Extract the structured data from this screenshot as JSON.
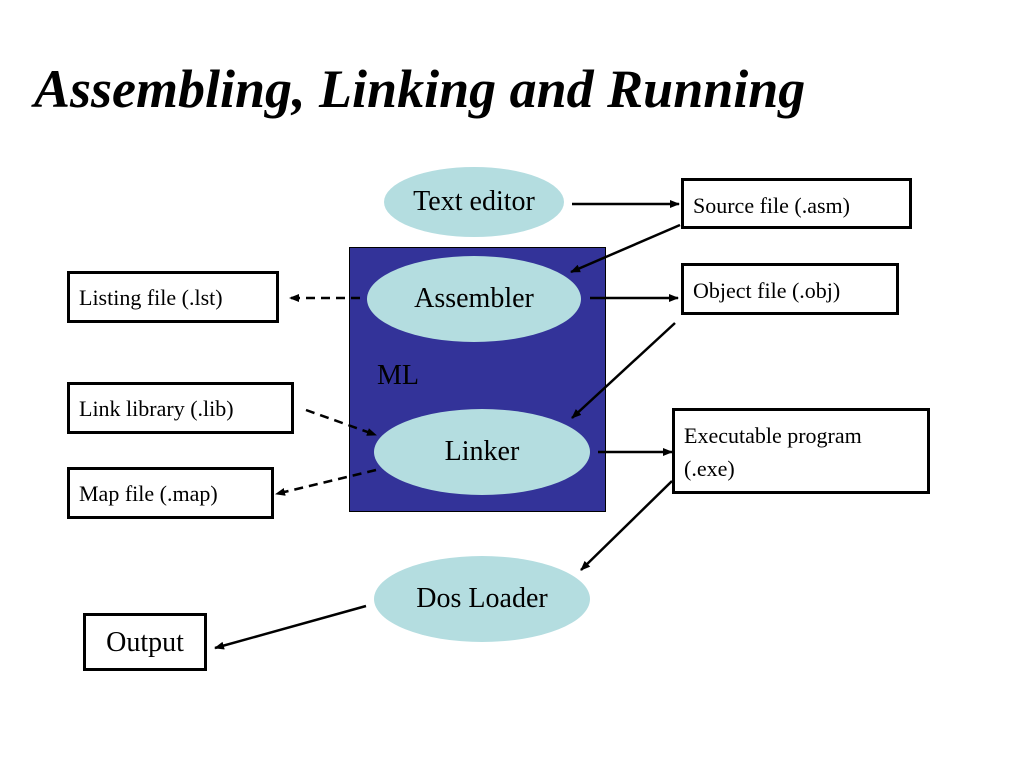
{
  "title": "Assembling, Linking and Running",
  "ml_label": "ML",
  "nodes": {
    "text_editor": "Text editor",
    "assembler": "Assembler",
    "linker": "Linker",
    "dos_loader": "Dos Loader"
  },
  "files": {
    "source": "Source file (.asm)",
    "object": "Object file (.obj)",
    "listing": "Listing file (.lst)",
    "link_library": "Link library (.lib)",
    "map": "Map file (.map)",
    "executable_line1": "Executable program",
    "executable_line2": "(.exe)",
    "output": "Output"
  },
  "colors": {
    "ml_box": "#333399",
    "ellipse": "#b4dde0"
  }
}
